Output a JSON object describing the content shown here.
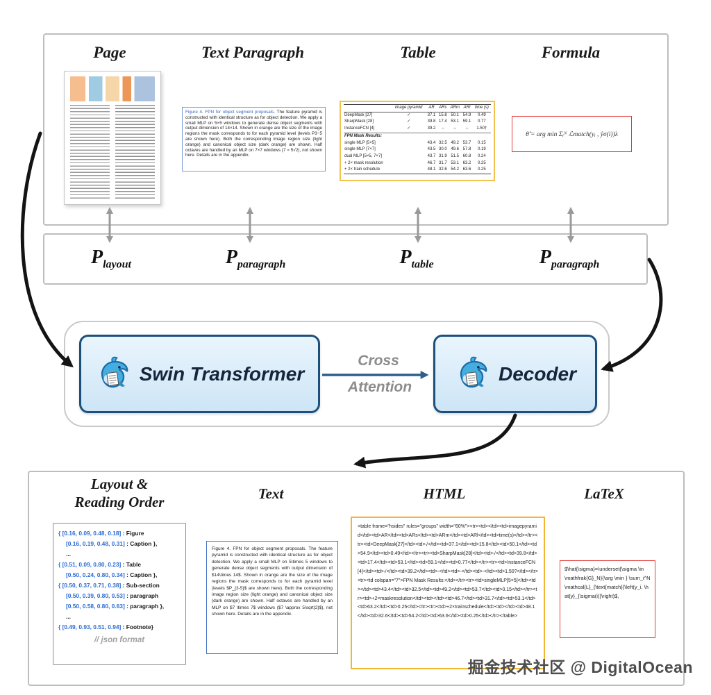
{
  "top_panel": {
    "columns": [
      {
        "label": "Page"
      },
      {
        "label": "Text Paragraph"
      },
      {
        "label": "Table"
      },
      {
        "label": "Formula"
      }
    ],
    "paragraph_sample": {
      "lead": "Figure 4. FPN for object segment proposals.",
      "body": " The feature pyramid is constructed with identical structure as for object detection. We apply a small MLP on 5×5 windows to generate dense object segments with output dimension of 14×14. Shown in orange are the size of the image regions the mask corresponds to for each pyramid level (levels P3−5 are shown here). Both the corresponding image region size (light orange) and canonical object size (dark orange) are shown. Half octaves are handled by an MLP on 7×7 windows (7 ≈ 5√2), not shown here. Details are in the appendix."
    },
    "table_sample": {
      "header": [
        "",
        "image pyramid",
        "AR",
        "ARs",
        "ARm",
        "ARl",
        "time (s)"
      ],
      "rows": [
        [
          "DeepMask [27]",
          "✓",
          "37.1",
          "15.8",
          "50.1",
          "54.9",
          "0.49"
        ],
        [
          "SharpMask [28]",
          "✓",
          "39.8",
          "17.4",
          "53.1",
          "59.1",
          "0.77"
        ],
        [
          "InstanceFCN [4]",
          "✓",
          "39.2",
          "–",
          "–",
          "–",
          "1.50†"
        ],
        {
          "section": "FPN Mask Results:"
        },
        [
          "single MLP [5×5]",
          "",
          "43.4",
          "32.5",
          "49.2",
          "53.7",
          "0.15"
        ],
        [
          "single MLP [7×7]",
          "",
          "43.5",
          "30.0",
          "49.6",
          "57.8",
          "0.19"
        ],
        [
          "dual MLP [5×5, 7×7]",
          "",
          "43.7",
          "31.9",
          "51.5",
          "60.8",
          "0.24"
        ],
        [
          "+ 2× mask resolution",
          "",
          "46.7",
          "31.7",
          "53.1",
          "63.2",
          "0.25"
        ],
        [
          "+ 2× train schedule",
          "",
          "48.1",
          "32.6",
          "54.2",
          "63.6",
          "0.25"
        ]
      ]
    },
    "formula_sample": "θ̂ = arg min Σᵢᴺ ℒmatch(yᵢ , ŷσ(i))λ"
  },
  "prompts": {
    "items": [
      {
        "base": "P",
        "sub": "layout"
      },
      {
        "base": "P",
        "sub": "paragraph"
      },
      {
        "base": "P",
        "sub": "table"
      },
      {
        "base": "P",
        "sub": "paragraph"
      }
    ]
  },
  "model": {
    "encoder_label": "Swin Transformer",
    "decoder_label": "Decoder",
    "attention_line1": "Cross",
    "attention_line2": "Attention"
  },
  "bottom_panel": {
    "columns": [
      {
        "label": "Layout &\nReading Order"
      },
      {
        "label": "Text"
      },
      {
        "label": "HTML"
      },
      {
        "label": "LaTeX"
      }
    ],
    "layout_lines": [
      {
        "c": "{ [0.16, 0.09, 0.48, 0.18]",
        "t": " : Figure",
        "indent": false
      },
      {
        "c": "[0.16, 0.19, 0.48, 0.31]",
        "t": " : Caption },",
        "indent": true
      },
      {
        "c": "",
        "t": "...",
        "indent": true
      },
      {
        "c": "{ [0.51, 0.09, 0.80, 0.23]",
        "t": " : Table",
        "indent": false
      },
      {
        "c": "[0.50, 0.24, 0.80, 0.34]",
        "t": " : Caption },",
        "indent": true
      },
      {
        "c": "{ [0.50, 0.37, 0.71, 0.38]",
        "t": " : Sub-section",
        "indent": false
      },
      {
        "c": "[0.50, 0.39, 0.80, 0.53]",
        "t": " : paragraph",
        "indent": true
      },
      {
        "c": "[0.50, 0.58, 0.80, 0.63]",
        "t": " : paragraph },",
        "indent": true
      },
      {
        "c": "",
        "t": "...",
        "indent": true
      },
      {
        "c": "{ [0.49, 0.93, 0.51, 0.94]",
        "t": " : Footnote}",
        "indent": false
      }
    ],
    "json_note": "// json format",
    "text_output": "Figure 4. FPN for object segment proposals. The feature pyramid is constructed with identical structure as for object detection. We apply a small MLP on 5\\times 5 windows to generate dense object segments with output dimension of $14\\times 14$. Shown in orange are the size of the image regions the mask corresponds to for each pyramid level (levels $P_{3-5}$ are shown here). Both the corresponding image region size (light orange) and canonical object size (dark orange) are shown. Half octaves are handled by an MLP on $7 \\times 7$ windows ($7 \\approx 5\\sqrt{2}$), not shown here. Details are in the appendix.",
    "html_output": "<table frame=\"hsides\" rules=\"groups\" width=\"60%\"><tr><td></td><td>imagepyramid</td><td>AR</td><td>ARs</td><td>ARm</td><td>ARl</td><td>time(s)</td></tr><tr><td>DeepMask[27]</td><td>√</td><td>37.1</td><td>15.8</td><td>50.1</td><td>54.9</td><td>0.49</td></tr><tr><td>SharpMask[28]</td><td>√</td><td>39.8</td><td>17.4</td><td>53.1</td><td>59.1</td><td>0.77</td></tr><tr><td>InstanceFCN[4]</td><td>√</td><td>39.2</td><td>-</td><td>-</td><td>-</td><td>1.50?</td></tr><tr><td colspan=\"7\">FPN Mask Results:</td></tr><tr><td>singleMLP[5×5]</td><td></td><td>43.4</td><td>32.5</td><td>49.2</td><td>53.7</td><td>0.15</td></tr><tr><td>+2×maskresolution</td><td></td><td>46.7</td><td>31.7</td><td>53.1</td><td>63.2</td><td>0.25</td></tr><tr><td>+2×trainschedule</td><td></td><td>48.1</td><td>32.6</td><td>54.2</td><td>63.6</td><td>0.25</td></tr></table>",
    "latex_output": "$\\hat{\\sigma}=\\underset{\\sigma \\in \\mathfrak{G}_N}{\\arg \\min } \\sum_i^N \\mathcal{L}_{\\text{match}}\\left(y_i, \\hat{y}_{\\sigma(i)}\\right)$,"
  },
  "watermark": "掘金技术社区 @ DigitalOcean",
  "colors": {
    "paragraph_border": "#4472c4",
    "table_border": "#f2b632",
    "formula_border": "#e23b3b",
    "encoder_fill": "#d8eafb",
    "encoder_border": "#1d4f7c",
    "arrow_gray": "#9a9a9a",
    "arrow_black": "#141414",
    "cross_attention_arrow": "#2d5f8b",
    "coord_blue": "#2b6cd4"
  }
}
